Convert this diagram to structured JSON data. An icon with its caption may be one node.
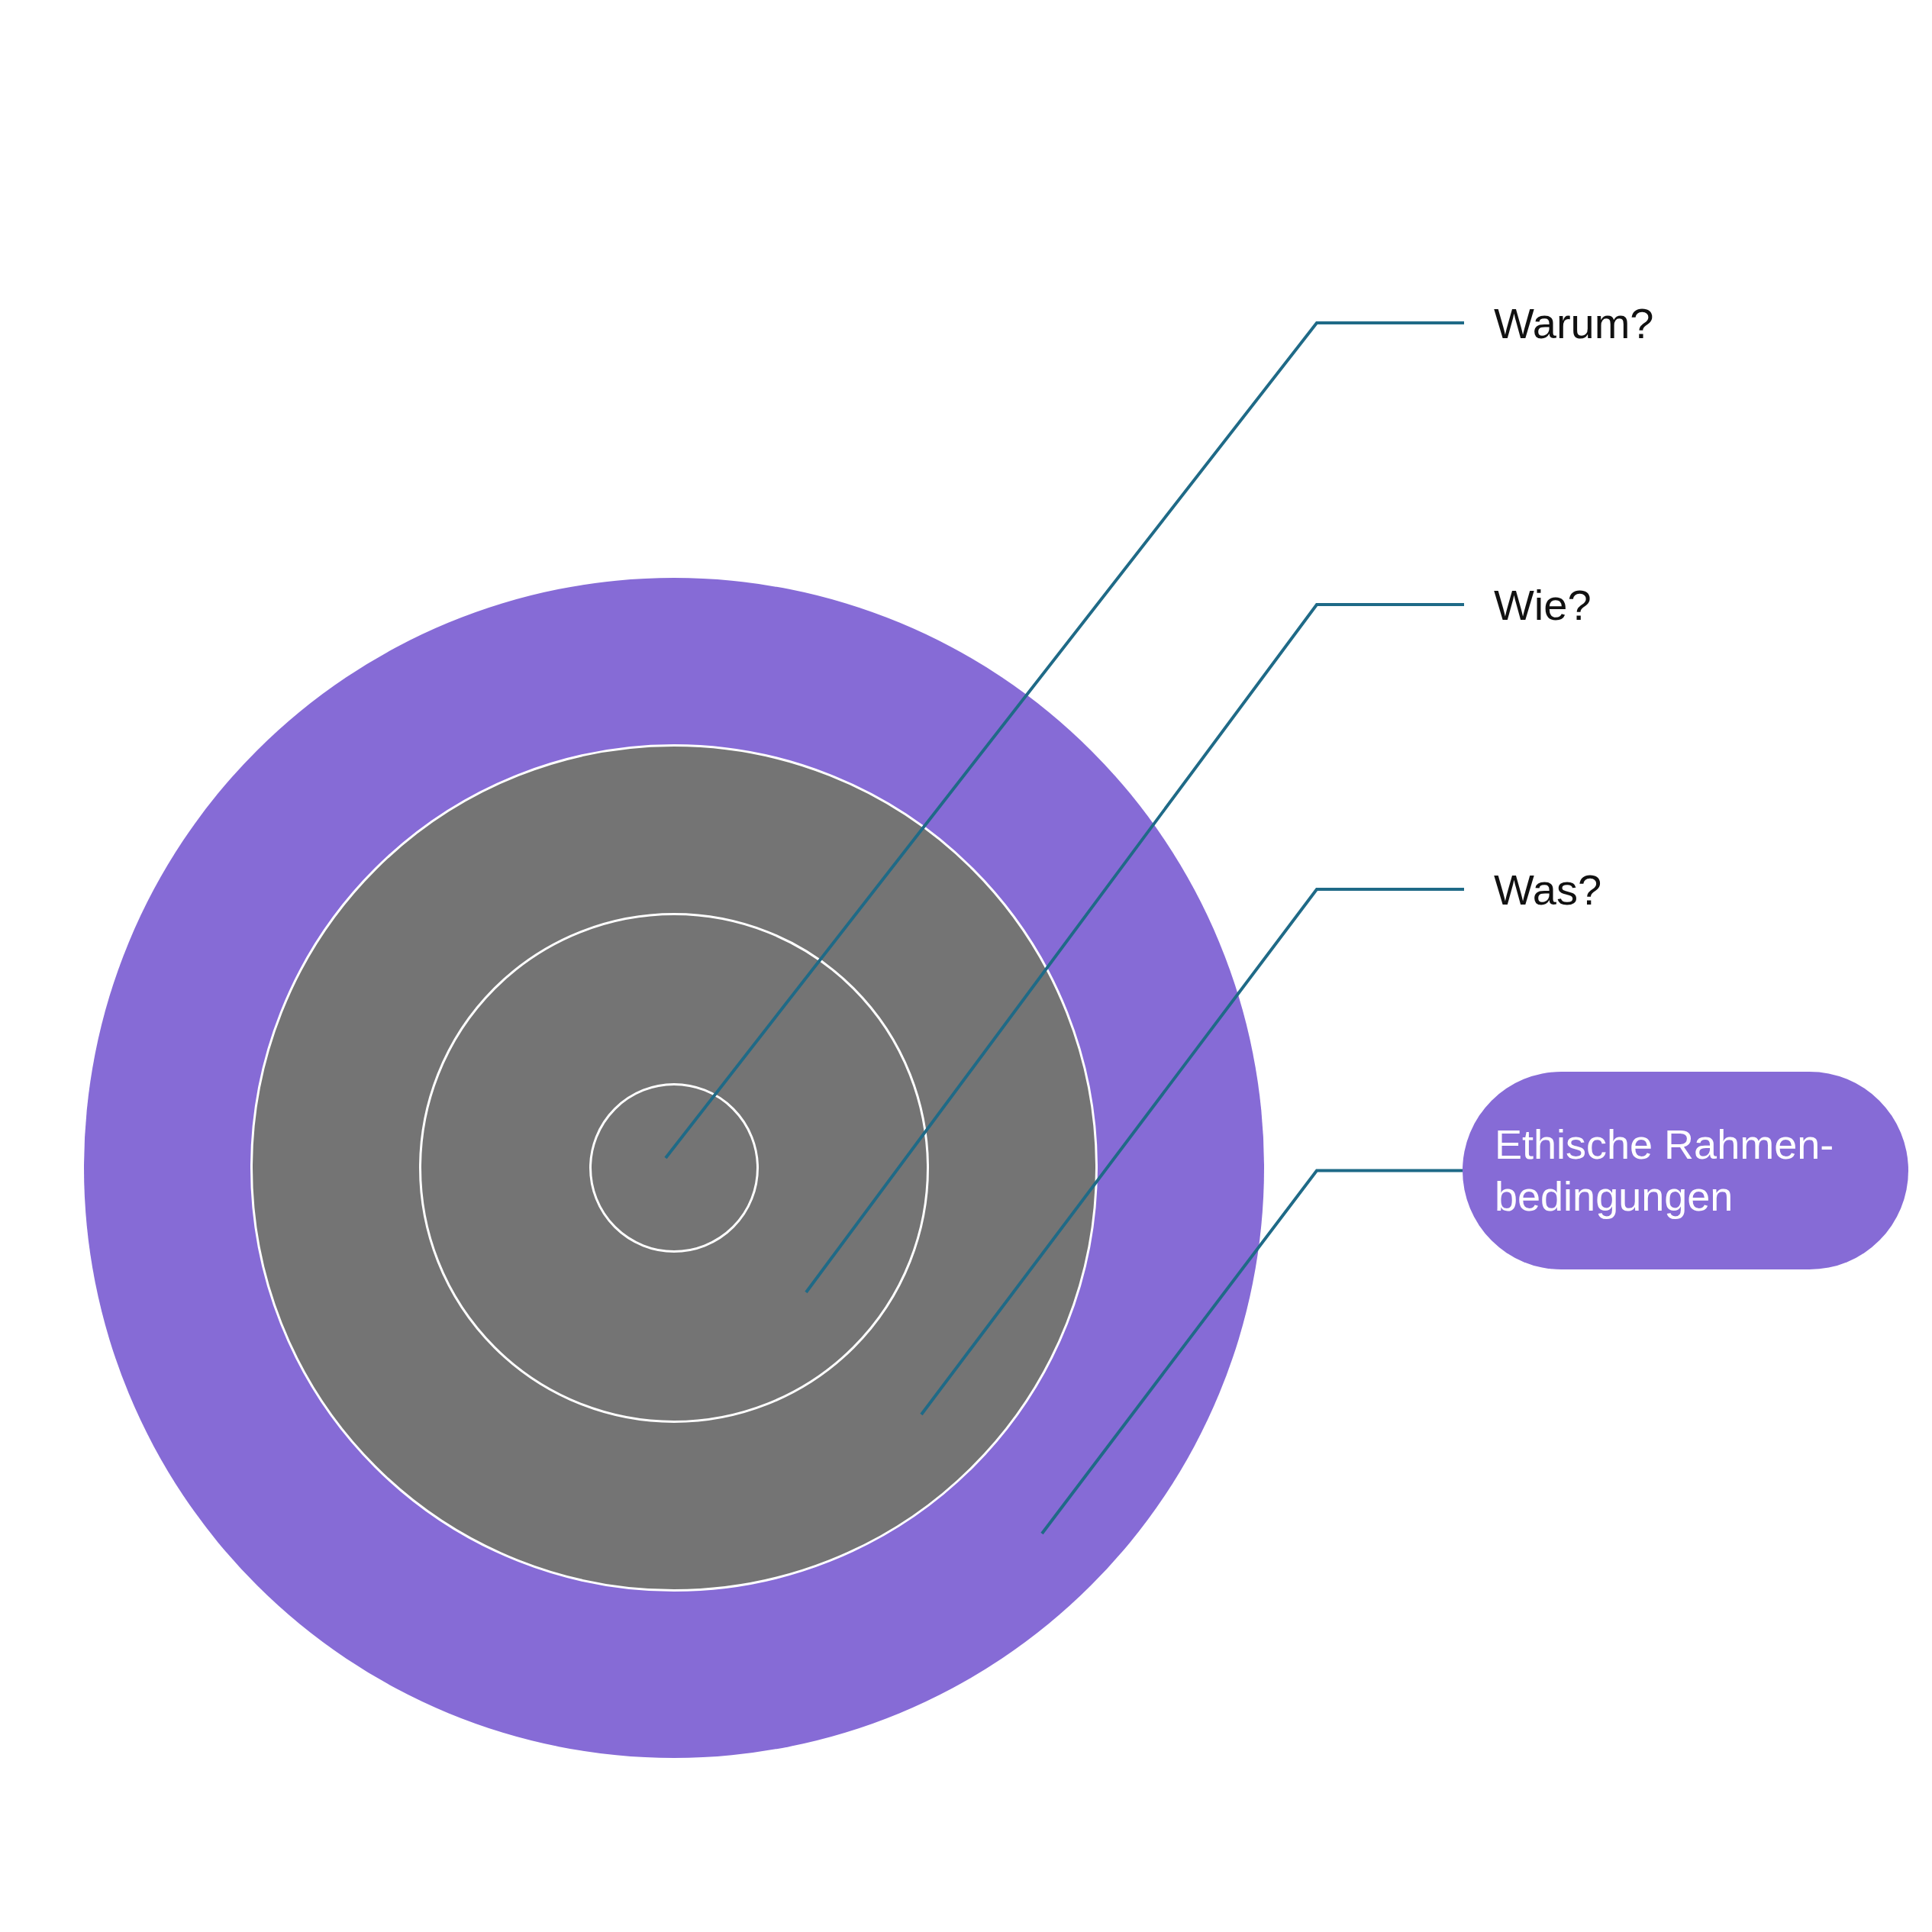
{
  "diagram": {
    "nodes": [
      {
        "text": [],
        "shape": "circle"
      },
      {
        "text": [],
        "shape": "circle",
        "in": 0
      },
      {
        "text": [],
        "shape": "circle",
        "in": 1
      },
      {
        "text": [],
        "shape": "circle",
        "in": 2
      },
      {
        "text": [
          "Warum?"
        ]
      },
      {
        "text": [
          "Wie?"
        ]
      },
      {
        "text": [
          "Was?"
        ]
      },
      {
        "text": [
          "Ethische Rahmen- bedingungen"
        ]
      }
    ],
    "edges": [
      {
        "from": 4,
        "to": 3,
        "arrow": "none"
      },
      {
        "from": 5,
        "to": 2,
        "arrow": "none"
      },
      {
        "from": 6,
        "to": 1,
        "arrow": "none"
      },
      {
        "from": 7,
        "to": 0,
        "arrow": "none"
      }
    ]
  }
}
